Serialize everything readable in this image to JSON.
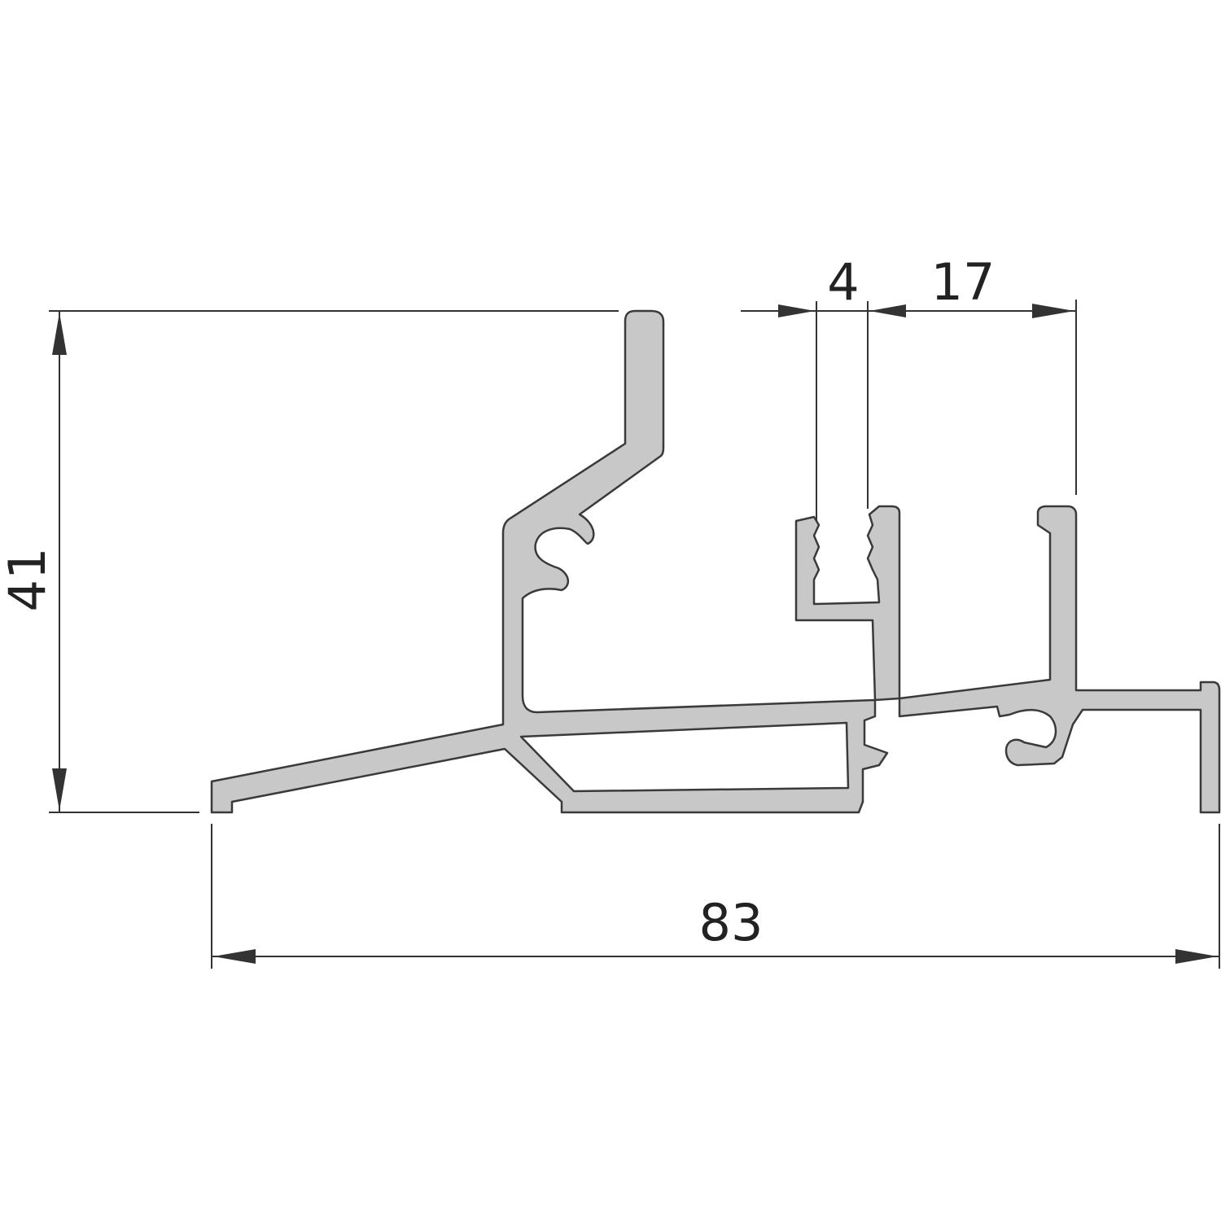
{
  "dimensions": {
    "height": "41",
    "width": "83",
    "gap_small": "4",
    "gap_large": "17"
  },
  "colors": {
    "profile_fill": "#c8c8c8",
    "outline": "#3a3a3a",
    "dimension_lines": "#333333"
  }
}
